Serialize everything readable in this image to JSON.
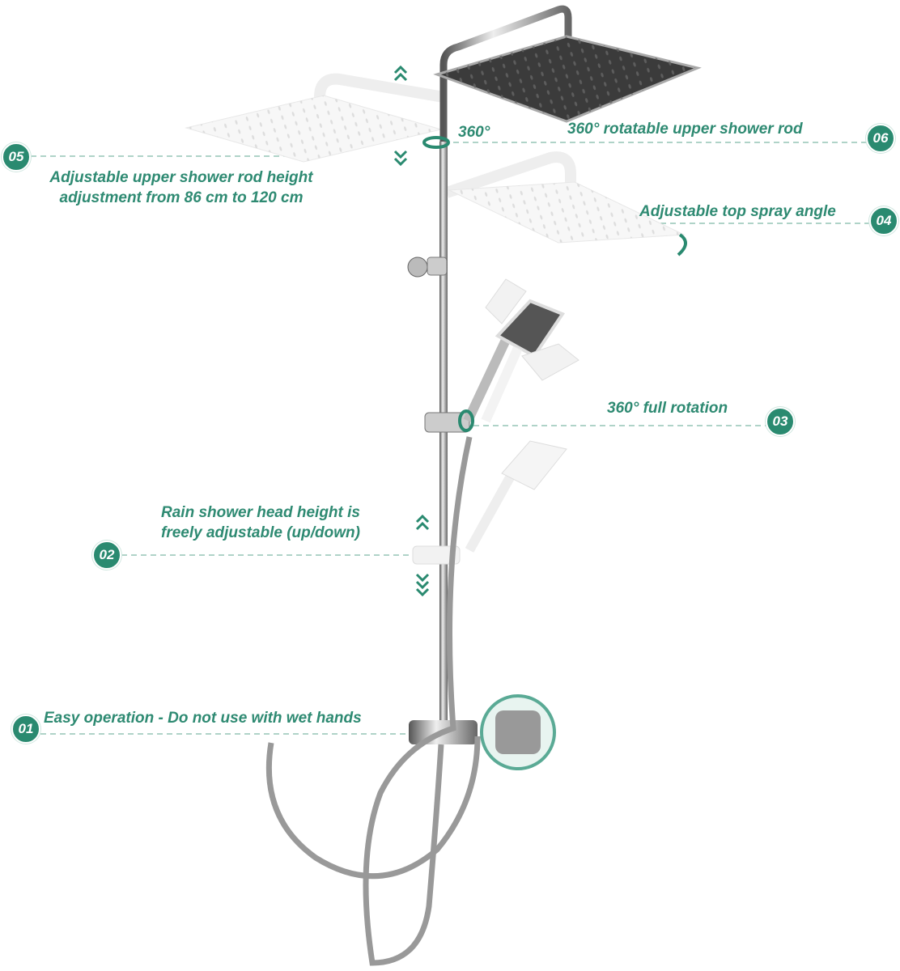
{
  "accent_color": "#2a8a70",
  "callouts": [
    {
      "number": "01",
      "text": "Easy operation - Do not use with wet hands"
    },
    {
      "number": "02",
      "text_line1": "Rain shower head height is",
      "text_line2": "freely adjustable (up/down)"
    },
    {
      "number": "03",
      "text": "360° full rotation"
    },
    {
      "number": "04",
      "text": "Adjustable top spray angle"
    },
    {
      "number": "05",
      "text_line1": "Adjustable upper shower rod height",
      "text_line2": "adjustment from 86 cm to 120 cm"
    },
    {
      "number": "06",
      "text": "360° rotatable upper shower rod"
    }
  ],
  "rotation_label": "360°"
}
